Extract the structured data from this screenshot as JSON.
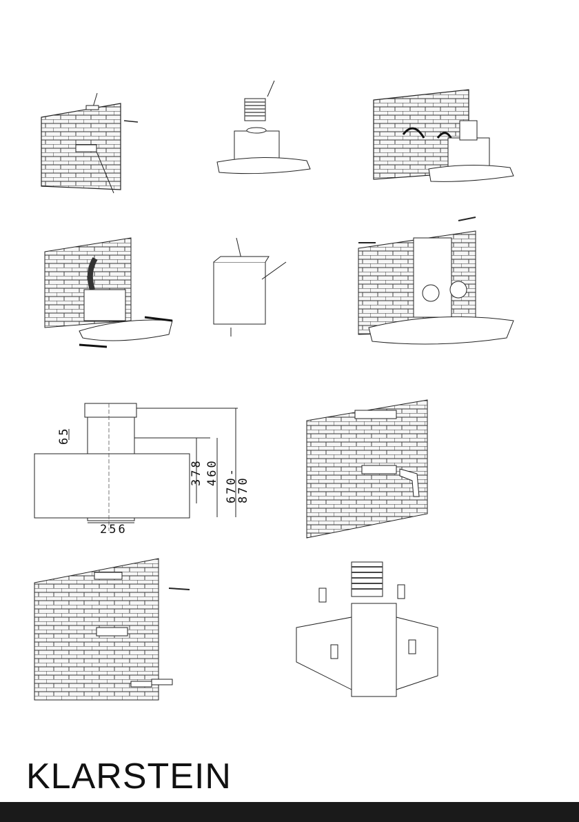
{
  "brand": {
    "name": "KLARSTEIN"
  },
  "dimensions": {
    "d65": "65",
    "d378": "378",
    "d460": "460",
    "d670_870": "670-870",
    "d256": "256"
  },
  "colors": {
    "line": "#222222",
    "brick_fill": "#f4f4f4",
    "footer": "#1a1a1a"
  },
  "icons": [
    "arrow-icon",
    "screw-icon",
    "wall-plug-icon",
    "drill-icon",
    "duct-icon"
  ]
}
